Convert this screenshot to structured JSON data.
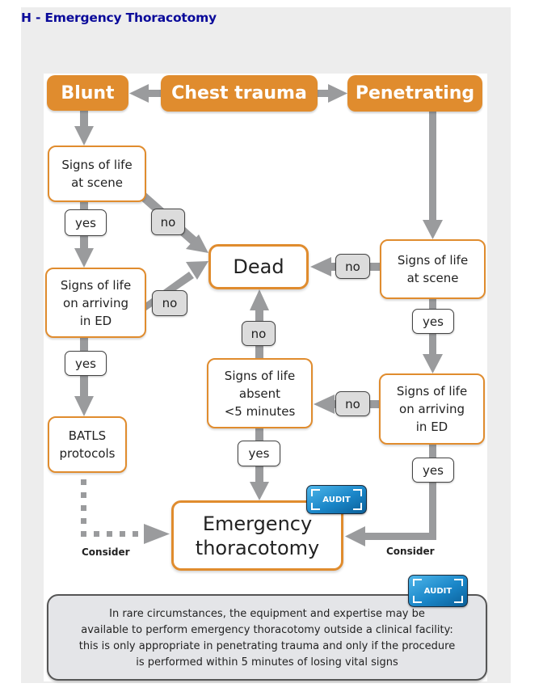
{
  "page": {
    "title": "H - Emergency Thoracotomy"
  },
  "flowchart": {
    "colors": {
      "orange": "#e08c2e",
      "arrow_gray": "#9a9b9d",
      "no_fill": "#dcdcdc",
      "audit_blue": "#1a86c8",
      "title_blue": "#0a0a9a"
    },
    "nodes": {
      "blunt": "Blunt",
      "chest_trauma": "Chest trauma",
      "penetrating": "Penetrating",
      "blunt_scene": [
        "Signs of life",
        "at scene"
      ],
      "blunt_ed": [
        "Signs of life",
        "on arriving",
        "in ED"
      ],
      "batls": [
        "BATLS",
        "protocols"
      ],
      "dead": "Dead",
      "absent": [
        "Signs of life",
        "absent",
        "<5 minutes"
      ],
      "pen_scene": [
        "Signs of life",
        "at scene"
      ],
      "pen_ed": [
        "Signs of life",
        "on arriving",
        "in ED"
      ],
      "thoracotomy": [
        "Emergency",
        "thoracotomy"
      ]
    },
    "labels": {
      "yes": "yes",
      "no": "no",
      "consider": "Consider",
      "audit": "AUDIT"
    },
    "note": [
      "In rare circumstances, the equipment and expertise may be",
      "available to perform emergency thoracotomy outside a clinical facility:",
      "this is only appropriate in penetrating trauma and only if the procedure",
      "is performed within 5 minutes of losing vital signs"
    ]
  }
}
